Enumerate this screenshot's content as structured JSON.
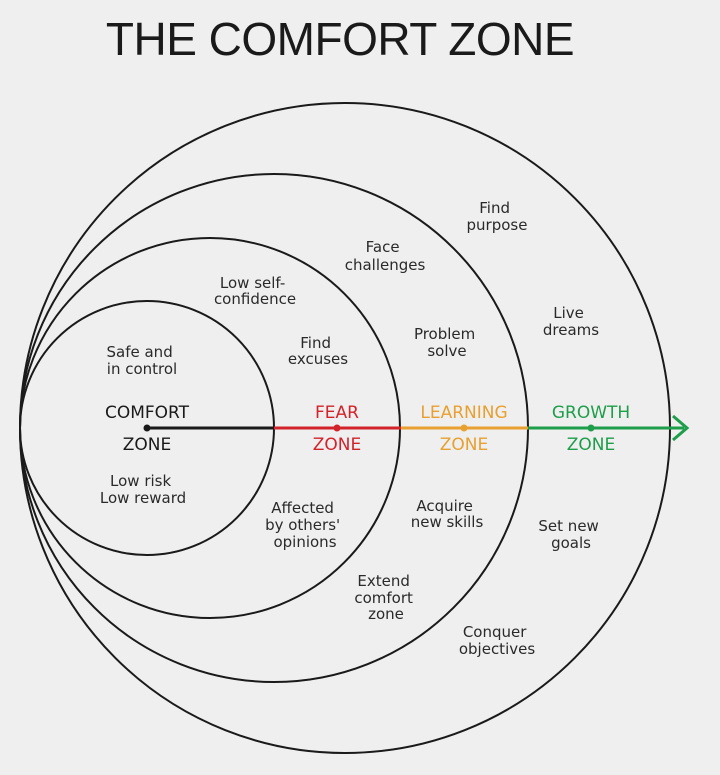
{
  "title": "THE COMFORT ZONE",
  "colors": {
    "background": "#efefef",
    "outline": "#1a1a1a",
    "comfort": "#1a1a1a",
    "fear": "#d2232a",
    "learning": "#e8a030",
    "growth": "#1e9e4a"
  },
  "zones": [
    {
      "id": "comfort",
      "label_top": "COMFORT",
      "label_bottom": "ZONE",
      "notes_above": [
        "Safe and",
        "in control"
      ],
      "notes_below": [
        "Low risk",
        "Low reward"
      ]
    },
    {
      "id": "fear",
      "label_top": "FEAR",
      "label_bottom": "ZONE",
      "notes_above_outer": [
        "Low self-",
        "confidence"
      ],
      "notes_above": [
        "Find",
        "excuses"
      ],
      "notes_below": [
        "Affected",
        "by others'",
        "opinions"
      ]
    },
    {
      "id": "learning",
      "label_top": "LEARNING",
      "label_bottom": "ZONE",
      "notes_above_outer": [
        "Face",
        "challenges"
      ],
      "notes_above": [
        "Problem",
        "solve"
      ],
      "notes_below": [
        "Acquire",
        "new skills"
      ],
      "notes_below_outer": [
        "Extend",
        "comfort",
        "zone"
      ]
    },
    {
      "id": "growth",
      "label_top": "GROWTH",
      "label_bottom": "ZONE",
      "notes_above_outer": [
        "Find",
        "purpose"
      ],
      "notes_above": [
        "Live",
        "dreams"
      ],
      "notes_below": [
        "Set new",
        "goals"
      ],
      "notes_below_outer": [
        "Conquer",
        "objectives"
      ]
    }
  ]
}
